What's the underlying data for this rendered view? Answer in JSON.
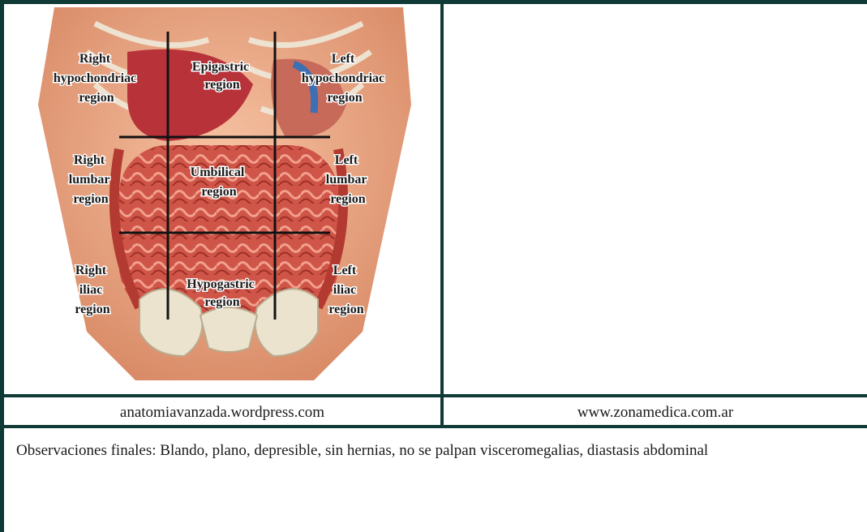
{
  "diagram": {
    "regions": [
      {
        "lines": [
          "Right",
          "hypochondriac",
          "region"
        ]
      },
      {
        "lines": [
          "Epigastric",
          "region"
        ]
      },
      {
        "lines": [
          "Left",
          "hypochondriac",
          "region"
        ]
      },
      {
        "lines": [
          "Right",
          "lumbar",
          "region"
        ]
      },
      {
        "lines": [
          "Umbilical",
          "region"
        ]
      },
      {
        "lines": [
          "Left",
          "lumbar",
          "region"
        ]
      },
      {
        "lines": [
          "Right",
          "iliac",
          "region"
        ]
      },
      {
        "lines": [
          "Hypogastric",
          "region"
        ]
      },
      {
        "lines": [
          "Left",
          "iliac",
          "region"
        ]
      }
    ]
  },
  "captions": {
    "left": "anatomiavanzada.wordpress.com",
    "right": "www.zonamedica.com.ar"
  },
  "observations": "Observaciones finales: Blando, plano, depresible, sin hernias, no se palpan visceromegalias, diastasis abdominal",
  "colors": {
    "border": "#0f3a36",
    "organ": "#c9473e",
    "skin": "#e9a27d"
  }
}
